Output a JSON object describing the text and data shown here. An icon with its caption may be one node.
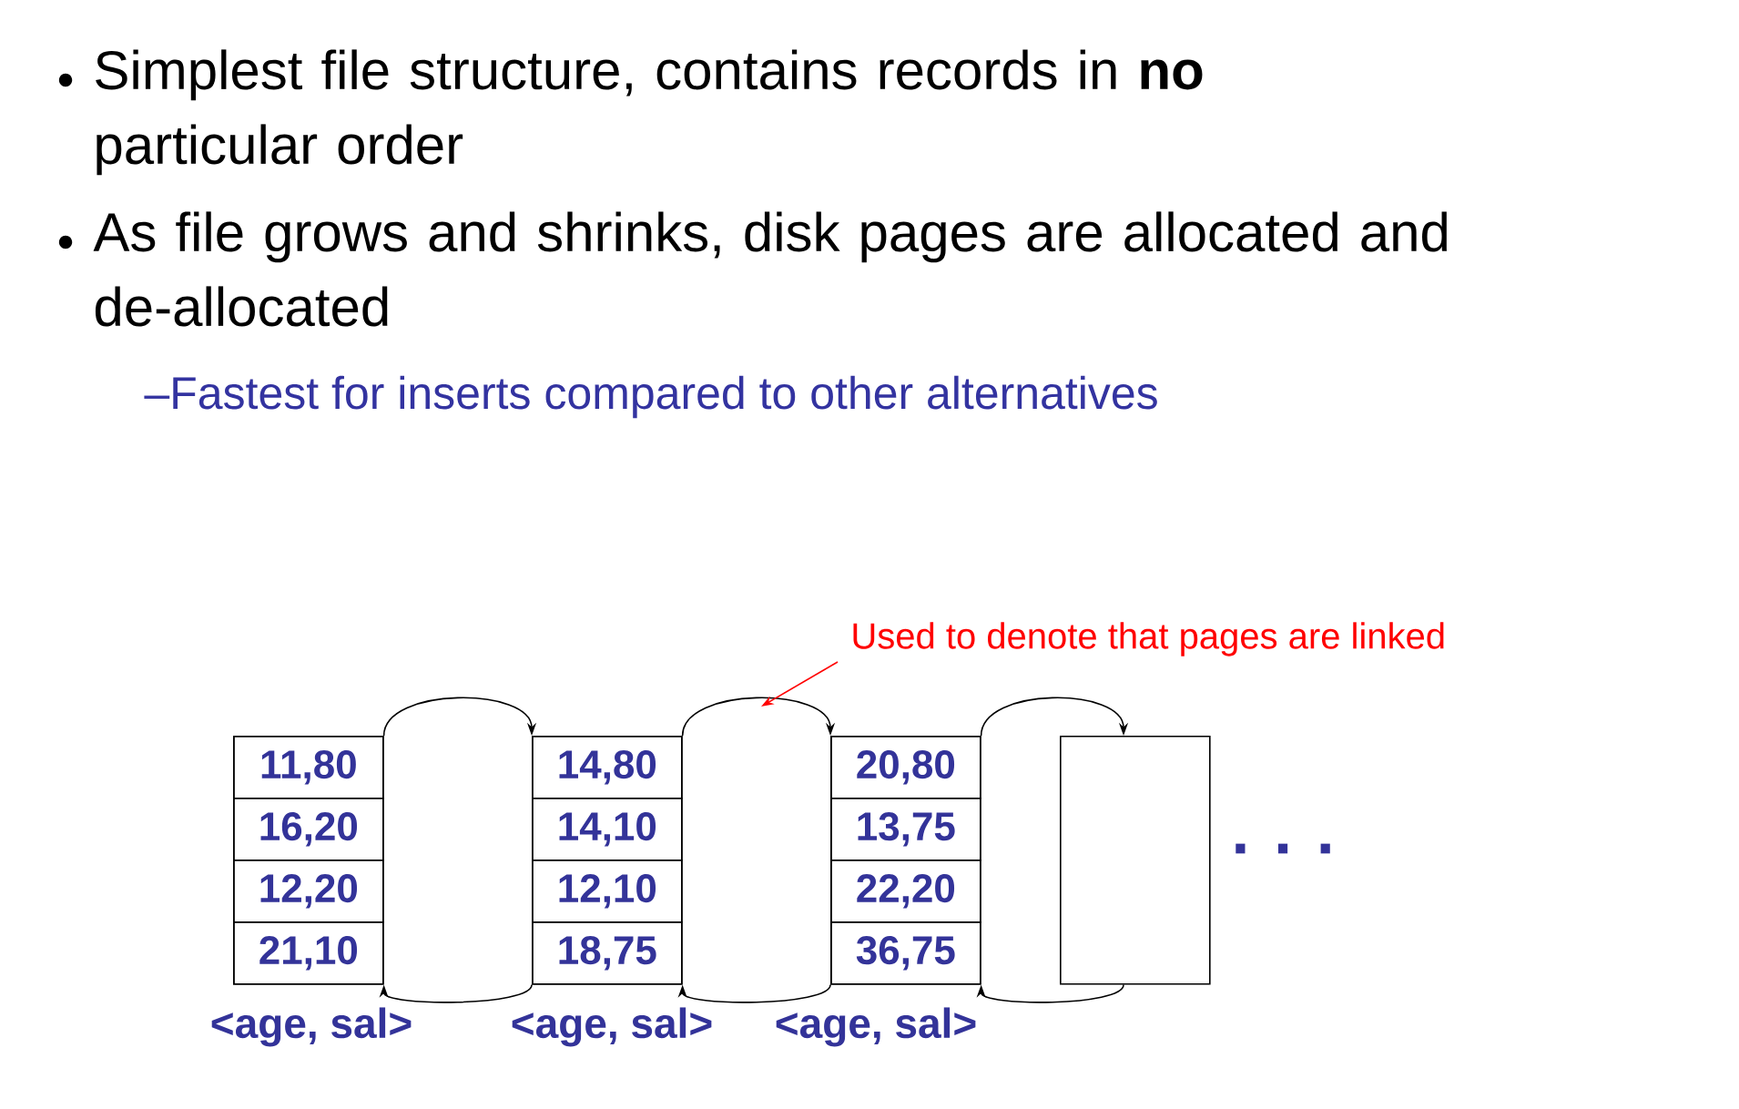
{
  "diagram": {
    "nodes": [
      {
        "text": [],
        "shape": "box",
        "beside": [
          "<age, sal>"
        ]
      },
      {
        "text": [
          "11,80"
        ],
        "in": 0
      },
      {
        "text": [
          "16,20"
        ],
        "in": 0
      },
      {
        "text": [
          "12,20"
        ],
        "in": 0
      },
      {
        "text": [
          "21,10"
        ],
        "in": 0
      },
      {
        "text": [],
        "shape": "box",
        "beside": [
          "<age, sal>"
        ]
      },
      {
        "text": [
          "14,80"
        ],
        "in": 5
      },
      {
        "text": [
          "14,10"
        ],
        "in": 5
      },
      {
        "text": [
          "12,10"
        ],
        "in": 5
      },
      {
        "text": [
          "18,75"
        ],
        "in": 5
      },
      {
        "text": [],
        "shape": "box",
        "beside": [
          "<age, sal>"
        ]
      },
      {
        "text": [
          "20,80"
        ],
        "in": 10
      },
      {
        "text": [
          "13,75"
        ],
        "in": 10
      },
      {
        "text": [
          "22,20"
        ],
        "in": 10
      },
      {
        "text": [
          "36,75"
        ],
        "in": 10
      },
      {
        "text": [],
        "shape": "box"
      },
      {
        "text": [
          "Used to denote that pages are linked"
        ]
      }
    ],
    "edges": [
      {
        "from": 0,
        "to": 5,
        "arrow": "to"
      },
      {
        "from": 5,
        "to": 0,
        "arrow": "to"
      },
      {
        "from": 5,
        "to": 10,
        "arrow": "to"
      },
      {
        "from": 10,
        "to": 5,
        "arrow": "to"
      },
      {
        "from": 10,
        "to": 15,
        "arrow": "to"
      },
      {
        "from": 15,
        "to": 10,
        "arrow": "to"
      },
      {
        "from": 16,
        "to": null,
        "arrow": "to",
        "color": "#ff0000"
      }
    ],
    "labels": [
      "Simplest file structure, contains records in **no** particular order",
      "As file grows and shrinks, disk pages are allocated and de-allocated",
      "–Fastest for inserts compared to other alternatives",
      ". . ."
    ]
  }
}
